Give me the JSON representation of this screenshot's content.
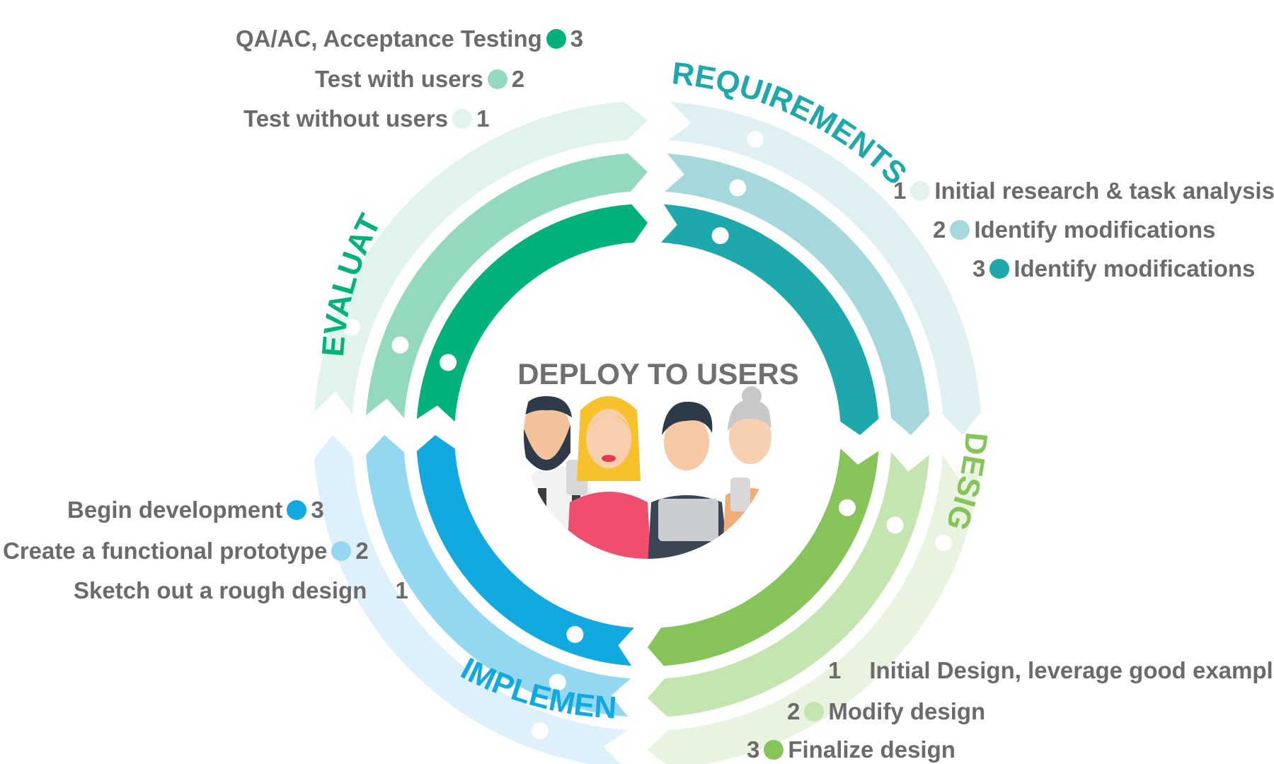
{
  "center": {
    "title": "DEPLOY TO USERS"
  },
  "stages": {
    "requirements": {
      "title": "REQUIREMENTS",
      "colors": [
        "#dff0f2",
        "#a5d8db",
        "#1fa8ac"
      ],
      "items": [
        {
          "num": "1",
          "text": "Initial research & task analysis",
          "color": "#e3f1f3"
        },
        {
          "num": "2",
          "text": "Identify modifications",
          "color": "#a5d8db"
        },
        {
          "num": "3",
          "text": "Identify modifications",
          "color": "#1fa8ac"
        }
      ]
    },
    "design": {
      "title": "DESIGN",
      "colors": [
        "#e8f4e0",
        "#c5e5b0",
        "#86c45a"
      ],
      "items": [
        {
          "num": "1",
          "text": "Initial Design, leverage good examples",
          "color": "#e8f4e0"
        },
        {
          "num": "2",
          "text": "Modify design",
          "color": "#c5e5b0"
        },
        {
          "num": "3",
          "text": "Finalize design",
          "color": "#86c45a"
        }
      ]
    },
    "implement": {
      "title": "IMPLEMENT",
      "colors": [
        "#def1fa",
        "#93d7f1",
        "#12a9e0"
      ],
      "items": [
        {
          "num": "3",
          "text": "Begin development",
          "color": "#12a9e0"
        },
        {
          "num": "2",
          "text": "Create a functional prototype",
          "color": "#93d7f1"
        },
        {
          "num": "1",
          "text": "Sketch out a rough design",
          "color": "#def1fa"
        }
      ]
    },
    "evaluate": {
      "title": "EVALUATE",
      "colors": [
        "#e0f4ec",
        "#93d9bd",
        "#00b27a"
      ],
      "items": [
        {
          "num": "3",
          "text": "QA/AC, Acceptance Testing",
          "color": "#00b27a"
        },
        {
          "num": "2",
          "text": "Test with users",
          "color": "#93d9bd"
        },
        {
          "num": "1",
          "text": "Test without users",
          "color": "#e0f4ec"
        }
      ]
    }
  }
}
